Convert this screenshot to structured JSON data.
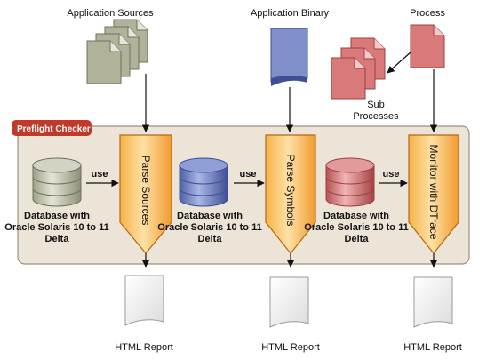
{
  "inputs": {
    "app_sources": "Application Sources",
    "app_binary": "Application Binary",
    "process": "Process",
    "sub_processes_line1": "Sub",
    "sub_processes_line2": "Processes"
  },
  "checker": {
    "title": "Preflight Checker"
  },
  "stages": [
    {
      "name": "Parse Sources",
      "db_line1": "Database with",
      "db_line2": "Oracle Solaris 10 to 11",
      "db_line3": "Delta",
      "use": "use",
      "output": "HTML Report"
    },
    {
      "name": "Parse Symbols",
      "db_line1": "Database with",
      "db_line2": "Oracle Solaris 10 to 11",
      "db_line3": "Delta",
      "use": "use",
      "output": "HTML Report"
    },
    {
      "name": "Monitor with DTrace",
      "db_line1": "Database with",
      "db_line2": "Oracle Solaris 10 to 11",
      "db_line3": "Delta",
      "use": "use",
      "output": "HTML Report"
    }
  ],
  "colors": {
    "source_doc": "#b9bba3",
    "binary_doc": "#7f8fc9",
    "process_doc": "#d9797a",
    "db_gray": "#bdbfa9",
    "db_blue": "#6f80c0",
    "db_red": "#d07575",
    "funnel": "#f5a83e",
    "panel": "#ece4d6",
    "badge": "#c0392b"
  }
}
